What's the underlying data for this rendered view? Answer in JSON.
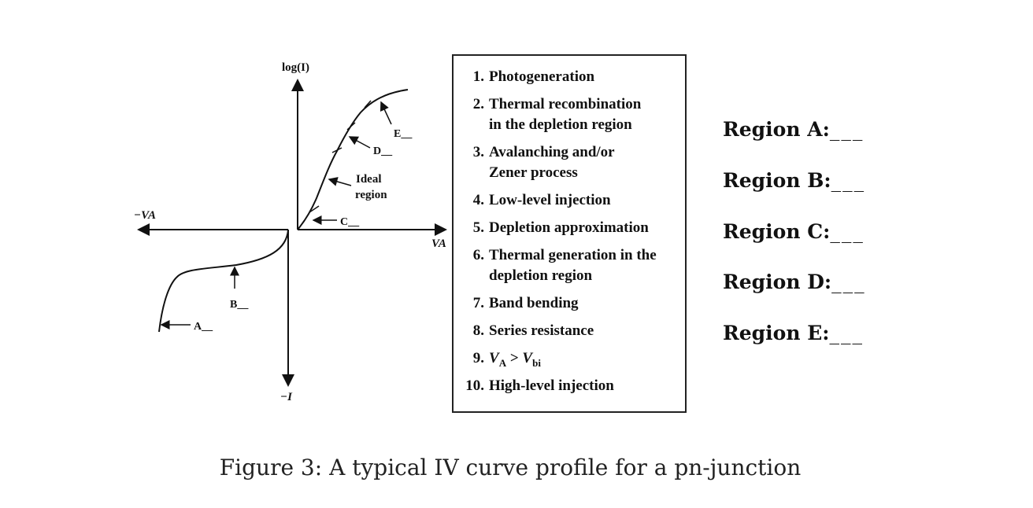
{
  "figure": {
    "caption": "Figure 3: A typical IV curve profile for a pn-junction",
    "axes": {
      "y_top_label": "log(I)",
      "y_bottom_label": "−I",
      "x_right_label": "VA",
      "x_left_label": "−VA"
    },
    "curve_labels": {
      "a": "A__",
      "b": "B__",
      "c": "C__",
      "d": "D__",
      "e": "E__",
      "ideal_line1": "Ideal",
      "ideal_line2": "region"
    }
  },
  "legend": {
    "items": [
      {
        "num": "1.",
        "line1": "Photogeneration",
        "line2": ""
      },
      {
        "num": "2.",
        "line1": "Thermal recombination",
        "line2": "in the depletion region"
      },
      {
        "num": "3.",
        "line1": "Avalanching and/or",
        "line2": "Zener process"
      },
      {
        "num": "4.",
        "line1": "Low-level injection",
        "line2": ""
      },
      {
        "num": "5.",
        "line1": "Depletion approximation",
        "line2": ""
      },
      {
        "num": "6.",
        "line1": "Thermal generation in the",
        "line2": "depletion region"
      },
      {
        "num": "7.",
        "line1": "Band bending",
        "line2": ""
      },
      {
        "num": "8.",
        "line1": "Series resistance",
        "line2": ""
      },
      {
        "num": "9.",
        "line1": "",
        "line2": ""
      },
      {
        "num": "10.",
        "line1": "High-level injection",
        "line2": ""
      }
    ],
    "item9": {
      "lhs": "V",
      "lhs_sub": "A",
      "op": " > ",
      "rhs": "V",
      "rhs_sub": "bi"
    }
  },
  "regions": [
    {
      "label": "Region A:"
    },
    {
      "label": "Region B:"
    },
    {
      "label": "Region C:"
    },
    {
      "label": "Region D:"
    },
    {
      "label": "Region E:"
    }
  ]
}
